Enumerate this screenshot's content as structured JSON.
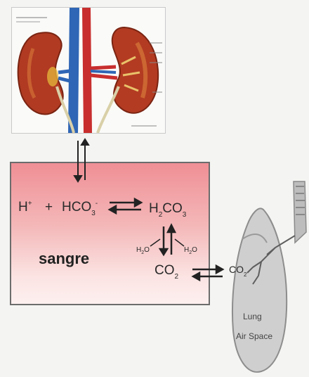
{
  "blood": {
    "label": "sangre",
    "reaction": {
      "h_ion": "H",
      "h_ion_sup": "+",
      "plus": "+",
      "bicarbonate": "HCO",
      "bicarbonate_sub": "3",
      "bicarbonate_sup": "-",
      "carbonic_acid_h": "H",
      "carbonic_acid_h_sub": "2",
      "carbonic_acid_co": "CO",
      "carbonic_acid_co_sub": "3",
      "water_left": "H",
      "water_left_sub": "2",
      "water_left_o": "O",
      "water_right": "H",
      "water_right_sub": "2",
      "water_right_o": "O",
      "co2": "CO",
      "co2_sub": "2"
    }
  },
  "lung": {
    "co2": "CO",
    "co2_sub": "2",
    "label_line1": "Lung",
    "label_line2": "Air Space"
  },
  "colors": {
    "blood_top": "#ef8f95",
    "blood_bottom": "#fdf0ef",
    "kidney": "#b23a1e",
    "vein": "#2f66b5",
    "artery": "#c82e2e",
    "lung": "#c8c8c8"
  }
}
